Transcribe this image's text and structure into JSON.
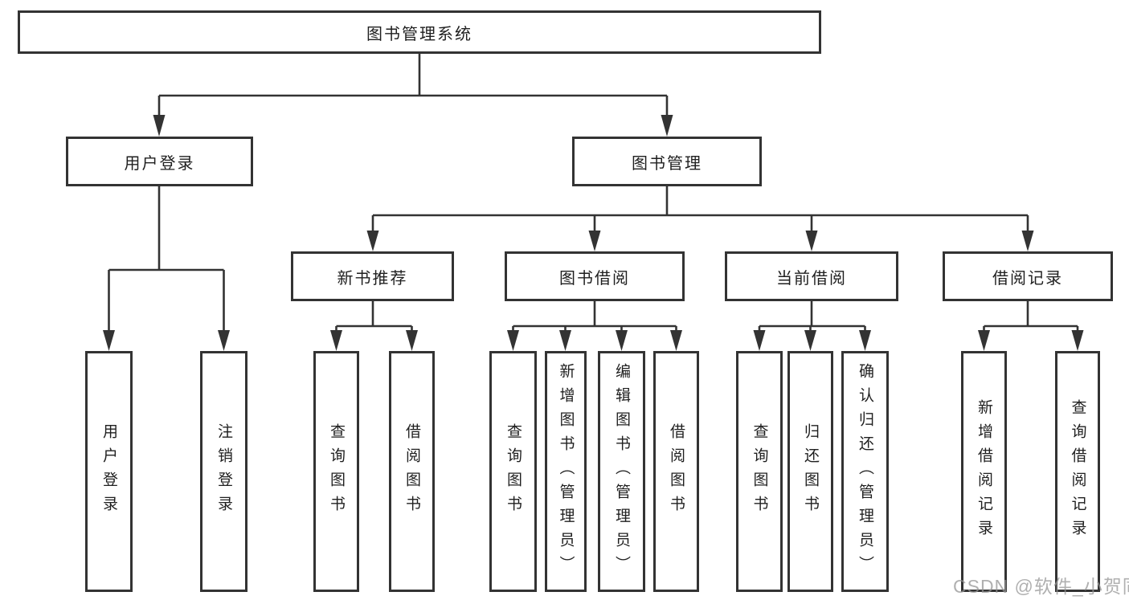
{
  "tree": {
    "root": {
      "label": "图书管理系统"
    },
    "branches": [
      {
        "label": "用户登录",
        "children": [
          {
            "label": "用户登录"
          },
          {
            "label": "注销登录"
          }
        ]
      },
      {
        "label": "图书管理",
        "children": [
          {
            "label": "新书推荐",
            "children": [
              {
                "label": "查询图书"
              },
              {
                "label": "借阅图书"
              }
            ]
          },
          {
            "label": "图书借阅",
            "children": [
              {
                "label": "查询图书"
              },
              {
                "label": "新增图书（管理员）"
              },
              {
                "label": "编辑图书（管理员）"
              },
              {
                "label": "借阅图书"
              }
            ]
          },
          {
            "label": "当前借阅",
            "children": [
              {
                "label": "查询图书"
              },
              {
                "label": "归还图书"
              },
              {
                "label": "确认归还（管理员）"
              }
            ]
          },
          {
            "label": "借阅记录",
            "children": [
              {
                "label": "新增借阅记录"
              },
              {
                "label": "查询借阅记录"
              }
            ]
          }
        ]
      }
    ]
  },
  "watermark": {
    "text": "CSDN @软件_小贺同学"
  },
  "colors": {
    "line": "#333333",
    "box_border": "#333333",
    "box_background": "#ffffff",
    "text": "#1f1f1f",
    "watermark": "#a9a9a9",
    "page_background": "#ffffff"
  }
}
